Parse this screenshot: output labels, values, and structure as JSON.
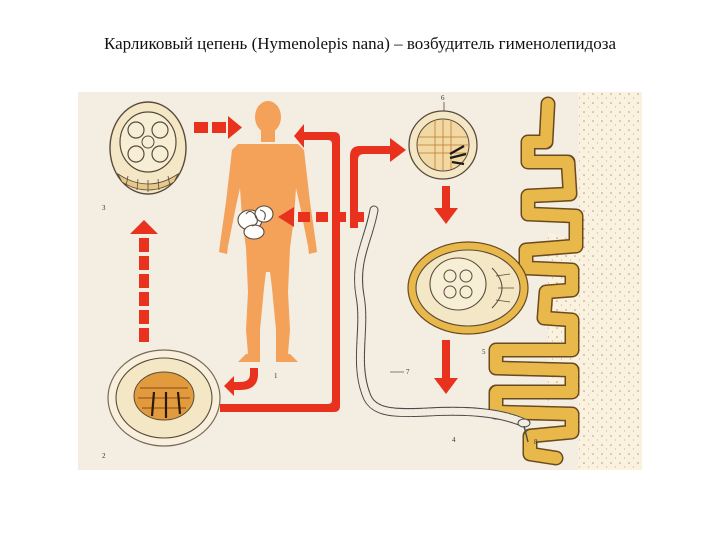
{
  "title": "Карликовый цепень (Hymenolepis nana) – возбудитель гименолепидоза",
  "figure": {
    "labels": {
      "n1": "1",
      "n2": "2",
      "n3": "3",
      "n4": "4",
      "n5": "5",
      "n6": "6",
      "n7": "7",
      "n8": "8"
    },
    "colors": {
      "background": "#f3ede2",
      "arrow": "#e8321e",
      "body": "#f4a15a",
      "intestine_wall": "#e8b84a",
      "tissue": "#fbf1df",
      "egg_fill": "#f4e7c6"
    }
  }
}
